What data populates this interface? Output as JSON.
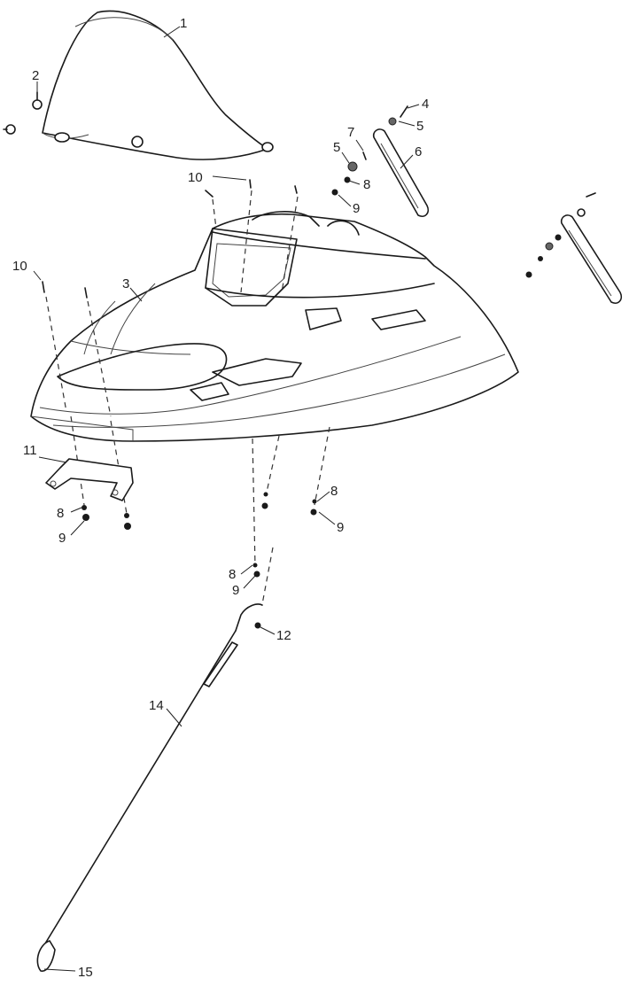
{
  "callouts": [
    {
      "id": "c1",
      "text": "1"
    },
    {
      "id": "c2",
      "text": "2"
    },
    {
      "id": "c3",
      "text": "3"
    },
    {
      "id": "c4",
      "text": "4"
    },
    {
      "id": "c5a",
      "text": "5"
    },
    {
      "id": "c5b",
      "text": "5"
    },
    {
      "id": "c6",
      "text": "6"
    },
    {
      "id": "c7",
      "text": "7"
    },
    {
      "id": "c8a",
      "text": "8"
    },
    {
      "id": "c9a",
      "text": "9"
    },
    {
      "id": "c10a",
      "text": "10"
    },
    {
      "id": "c10b",
      "text": "10"
    },
    {
      "id": "c11",
      "text": "11"
    },
    {
      "id": "c8b",
      "text": "8"
    },
    {
      "id": "c9b",
      "text": "9"
    },
    {
      "id": "c8c",
      "text": "8"
    },
    {
      "id": "c9c",
      "text": "9"
    },
    {
      "id": "c8d",
      "text": "8"
    },
    {
      "id": "c9d",
      "text": "9"
    },
    {
      "id": "c12",
      "text": "12"
    },
    {
      "id": "c14",
      "text": "14"
    },
    {
      "id": "c15",
      "text": "15"
    }
  ]
}
